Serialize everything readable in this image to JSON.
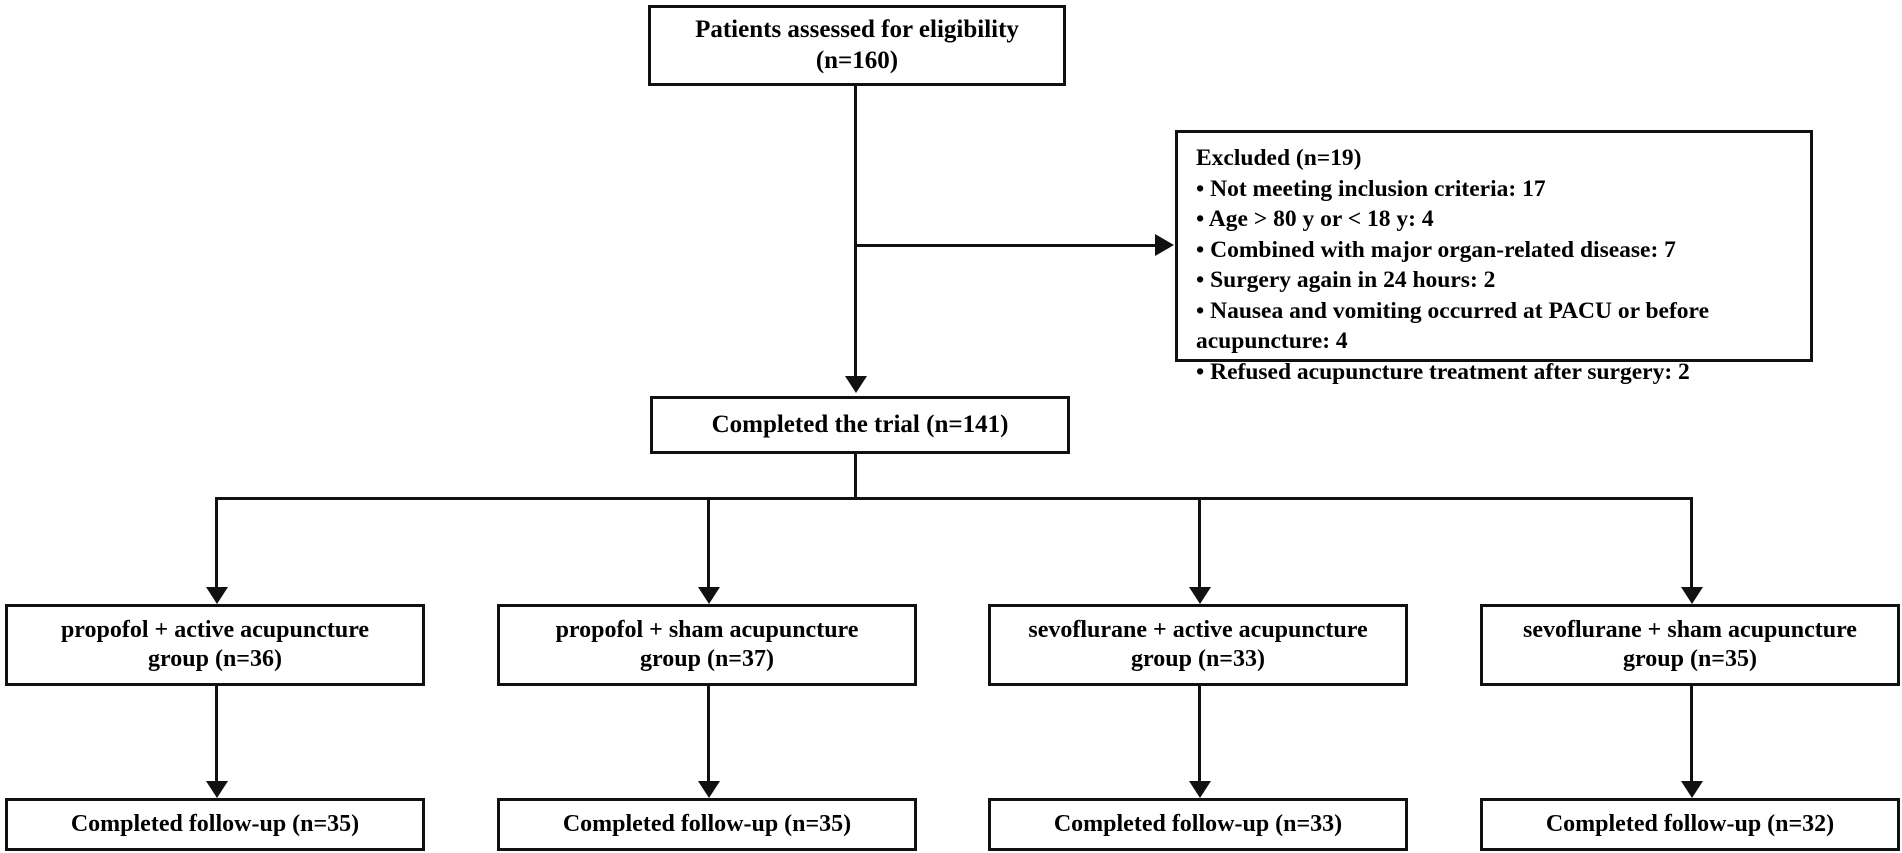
{
  "diagram": {
    "type": "consort-flow-diagram",
    "title": "CONSORT participant flow diagram",
    "line_color": "#111111",
    "background_color": "#ffffff",
    "text_color": "#000000"
  },
  "nodes": {
    "eligibility": {
      "name": "Patients assessed for eligibility",
      "line1": "Patients assessed for eligibility",
      "line2": "(n=160)",
      "n": 160
    },
    "excluded": {
      "heading": "Excluded (n=19)",
      "n": 19,
      "reasons": [
        "• Not meeting inclusion criteria: 17",
        "• Age > 80 y or < 18 y: 4",
        "• Combined with major organ-related disease: 7",
        "• Surgery again in 24 hours: 2",
        "• Nausea and vomiting occurred at PACU or before",
        "acupuncture: 4",
        "• Refused acupuncture treatment after surgery: 2"
      ]
    },
    "completed_trial": {
      "label": "Completed the trial (n=141)",
      "n": 141
    }
  },
  "groups": [
    {
      "id": "propofol-active",
      "line1": "propofol + active acupuncture",
      "line2": "group (n=36)",
      "n": 36,
      "followup_label": "Completed follow-up (n=35)",
      "followup_n": 35
    },
    {
      "id": "propofol-sham",
      "line1": "propofol + sham acupuncture",
      "line2": "group (n=37)",
      "n": 37,
      "followup_label": "Completed follow-up (n=35)",
      "followup_n": 35
    },
    {
      "id": "sevoflurane-active",
      "line1": "sevoflurane + active acupuncture",
      "line2": "group (n=33)",
      "n": 33,
      "followup_label": "Completed follow-up (n=33)",
      "followup_n": 33
    },
    {
      "id": "sevoflurane-sham",
      "line1": "sevoflurane + sham acupuncture",
      "line2": "group (n=35)",
      "n": 35,
      "followup_label": "Completed follow-up (n=32)",
      "followup_n": 32
    }
  ]
}
